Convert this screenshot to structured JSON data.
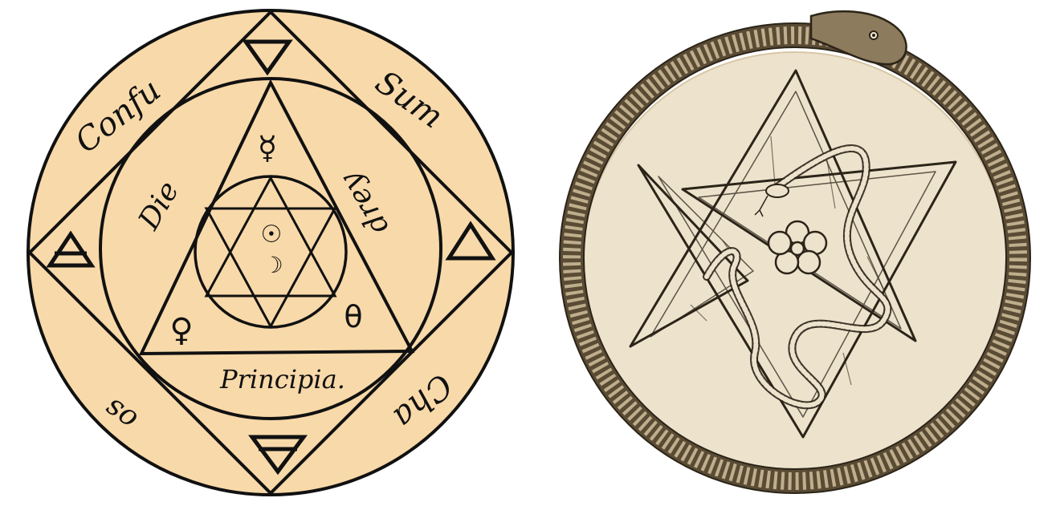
{
  "left_emblem": {
    "colors": {
      "parchment": "#F8D9A9",
      "ink": "#111111"
    },
    "words": {
      "top_left": "Confu",
      "top_right": "Sum",
      "bottom_left": "os",
      "bottom_right": "Cha",
      "inner_left": "Die",
      "inner_right": "drey",
      "base": "Principia."
    },
    "symbols": {
      "top_triangle": "water-triangle",
      "left_triangle": "air-triangle",
      "right_triangle": "fire-triangle",
      "bottom_triangle": "earth-triangle",
      "triangle_apex": "☿",
      "triangle_left": "♀",
      "triangle_right": "θ",
      "center_upper": "☉",
      "center_lower": "☽"
    }
  },
  "right_emblem": {
    "colors": {
      "parchment": "#EDE2CC",
      "ink": "#2B2418",
      "serpent": "#4A3E2C"
    },
    "icons": [
      "ouroboros-serpent",
      "unicursal-hexagram",
      "entwined-serpent",
      "five-petal-rose"
    ]
  }
}
